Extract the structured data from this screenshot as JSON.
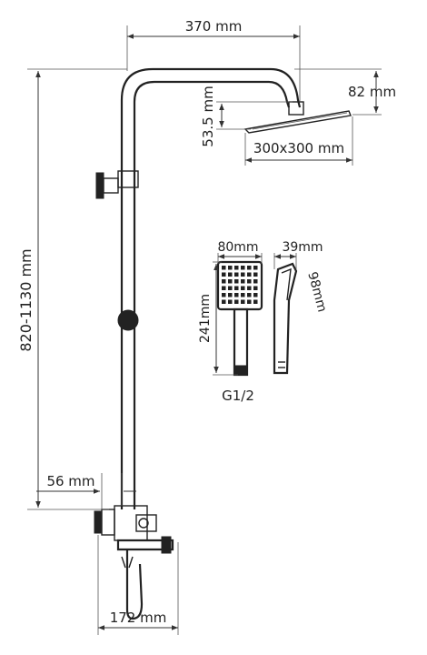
{
  "dimensions": {
    "arm_length": "370 mm",
    "head_height": "82 mm",
    "head_offset": "53.5 mm",
    "head_size": "300x300 mm",
    "total_height": "820-1130 mm",
    "mixer_depth": "56 mm",
    "base_width": "172 mm",
    "hand_shower_width": "80mm",
    "hand_shower_depth": "39mm",
    "hand_shower_length": "241mm",
    "hand_shower_handle": "98mm",
    "connection_thread": "G1/2"
  },
  "colors": {
    "line": "#222222",
    "background": "#ffffff"
  }
}
